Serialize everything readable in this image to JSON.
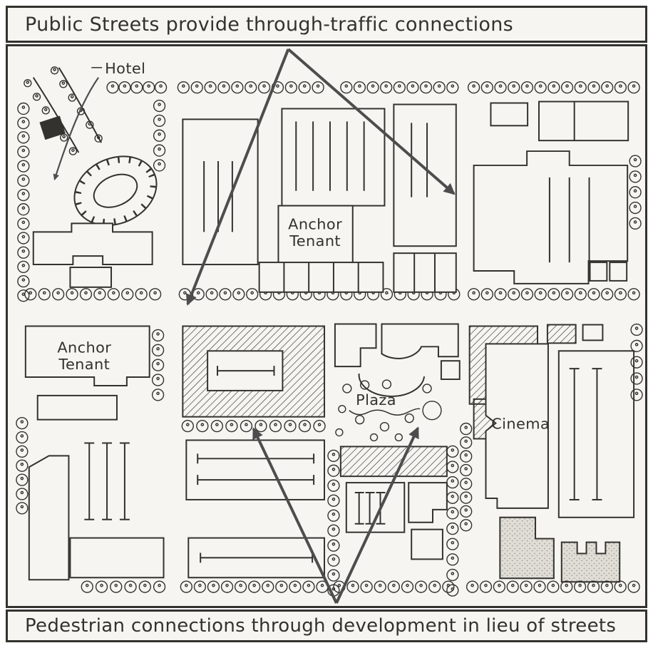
{
  "figure": {
    "caption_top": "Public Streets provide through-traffic connections",
    "caption_bottom": "Pedestrian connections through development in lieu of streets"
  },
  "labels": {
    "hotel": "Hotel",
    "anchor_line1": "Anchor",
    "anchor_line2": "Tenant",
    "plaza": "Plaza",
    "cinema": "Cinema"
  },
  "colors": {
    "ink": "#33322f",
    "paper": "#f6f5f1",
    "arrow": "#4d4d4d"
  }
}
